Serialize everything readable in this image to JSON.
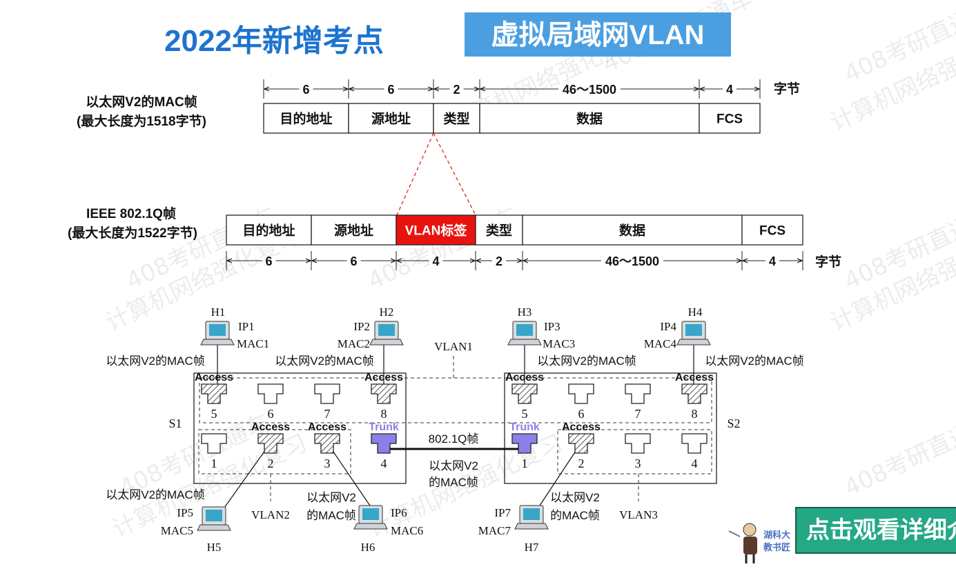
{
  "header": {
    "title": "2022年新增考点",
    "topic": "虚拟局域网VLAN"
  },
  "watermark": {
    "line1": "408考研直通车",
    "line2": "计算机网络强化复习"
  },
  "frame_v2": {
    "label1": "以太网V2的MAC帧",
    "label2": "(最大长度为1518字节)",
    "fields": [
      "目的地址",
      "源地址",
      "类型",
      "数据",
      "FCS"
    ],
    "sizes": [
      "6",
      "6",
      "2",
      "46～1500",
      "4"
    ],
    "unit": "字节"
  },
  "frame_q": {
    "label1": "IEEE 802.1Q帧",
    "label2": "(最大长度为1522字节)",
    "fields": [
      "目的地址",
      "源地址",
      "VLAN标签",
      "类型",
      "数据",
      "FCS"
    ],
    "sizes": [
      "6",
      "6",
      "4",
      "2",
      "46～1500",
      "4"
    ],
    "unit": "字节",
    "highlight_color": "#e8130f"
  },
  "network": {
    "s1": "S1",
    "s2": "S2",
    "vlan1": "VLAN1",
    "vlan2": "VLAN2",
    "vlan3": "VLAN3",
    "access": "Access",
    "trunk": "Trunk",
    "trunk_color": "#8b80e8",
    "link_top": "802.1Q帧",
    "link_bottom1": "以太网V2",
    "link_bottom2": "的MAC帧",
    "frame_label": "以太网V2的MAC帧",
    "frame_label_a": "以太网V2",
    "frame_label_b": "的MAC帧",
    "hosts": [
      {
        "name": "H1",
        "ip": "IP1",
        "mac": "MAC1"
      },
      {
        "name": "H2",
        "ip": "IP2",
        "mac": "MAC2"
      },
      {
        "name": "H3",
        "ip": "IP3",
        "mac": "MAC3"
      },
      {
        "name": "H4",
        "ip": "IP4",
        "mac": "MAC4"
      },
      {
        "name": "H5",
        "ip": "IP5",
        "mac": "MAC5"
      },
      {
        "name": "H6",
        "ip": "IP6",
        "mac": "MAC6"
      },
      {
        "name": "H7",
        "ip": "IP7",
        "mac": "MAC7"
      }
    ],
    "s1_ports": [
      {
        "num": "5",
        "type": "access"
      },
      {
        "num": "6",
        "type": "none"
      },
      {
        "num": "7",
        "type": "none"
      },
      {
        "num": "8",
        "type": "access"
      },
      {
        "num": "1",
        "type": "none"
      },
      {
        "num": "2",
        "type": "access"
      },
      {
        "num": "3",
        "type": "access"
      },
      {
        "num": "4",
        "type": "trunk"
      }
    ],
    "s2_ports": [
      {
        "num": "5",
        "type": "access"
      },
      {
        "num": "6",
        "type": "none"
      },
      {
        "num": "7",
        "type": "none"
      },
      {
        "num": "8",
        "type": "access"
      },
      {
        "num": "1",
        "type": "trunk"
      },
      {
        "num": "2",
        "type": "access"
      },
      {
        "num": "3",
        "type": "none"
      },
      {
        "num": "4",
        "type": "none"
      }
    ]
  },
  "presenter": {
    "line1": "湖科大",
    "line2": "教书匠"
  },
  "cta": {
    "label": "点击观看详细介"
  }
}
